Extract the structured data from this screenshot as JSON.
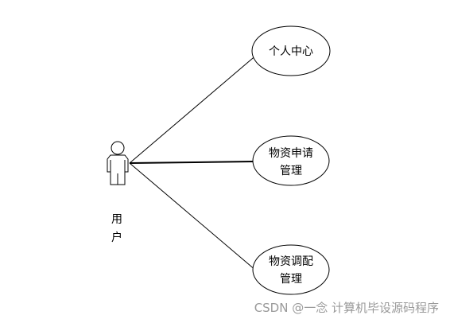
{
  "diagram": {
    "actor": {
      "label_line1": "用",
      "label_line2": "户"
    },
    "use_cases": [
      {
        "line1": "个人中心",
        "line2": ""
      },
      {
        "line1": "物资申请",
        "line2": "管理"
      },
      {
        "line1": "物资调配",
        "line2": "管理"
      }
    ],
    "watermark": "CSDN @一念 计算机毕设源码程序"
  }
}
